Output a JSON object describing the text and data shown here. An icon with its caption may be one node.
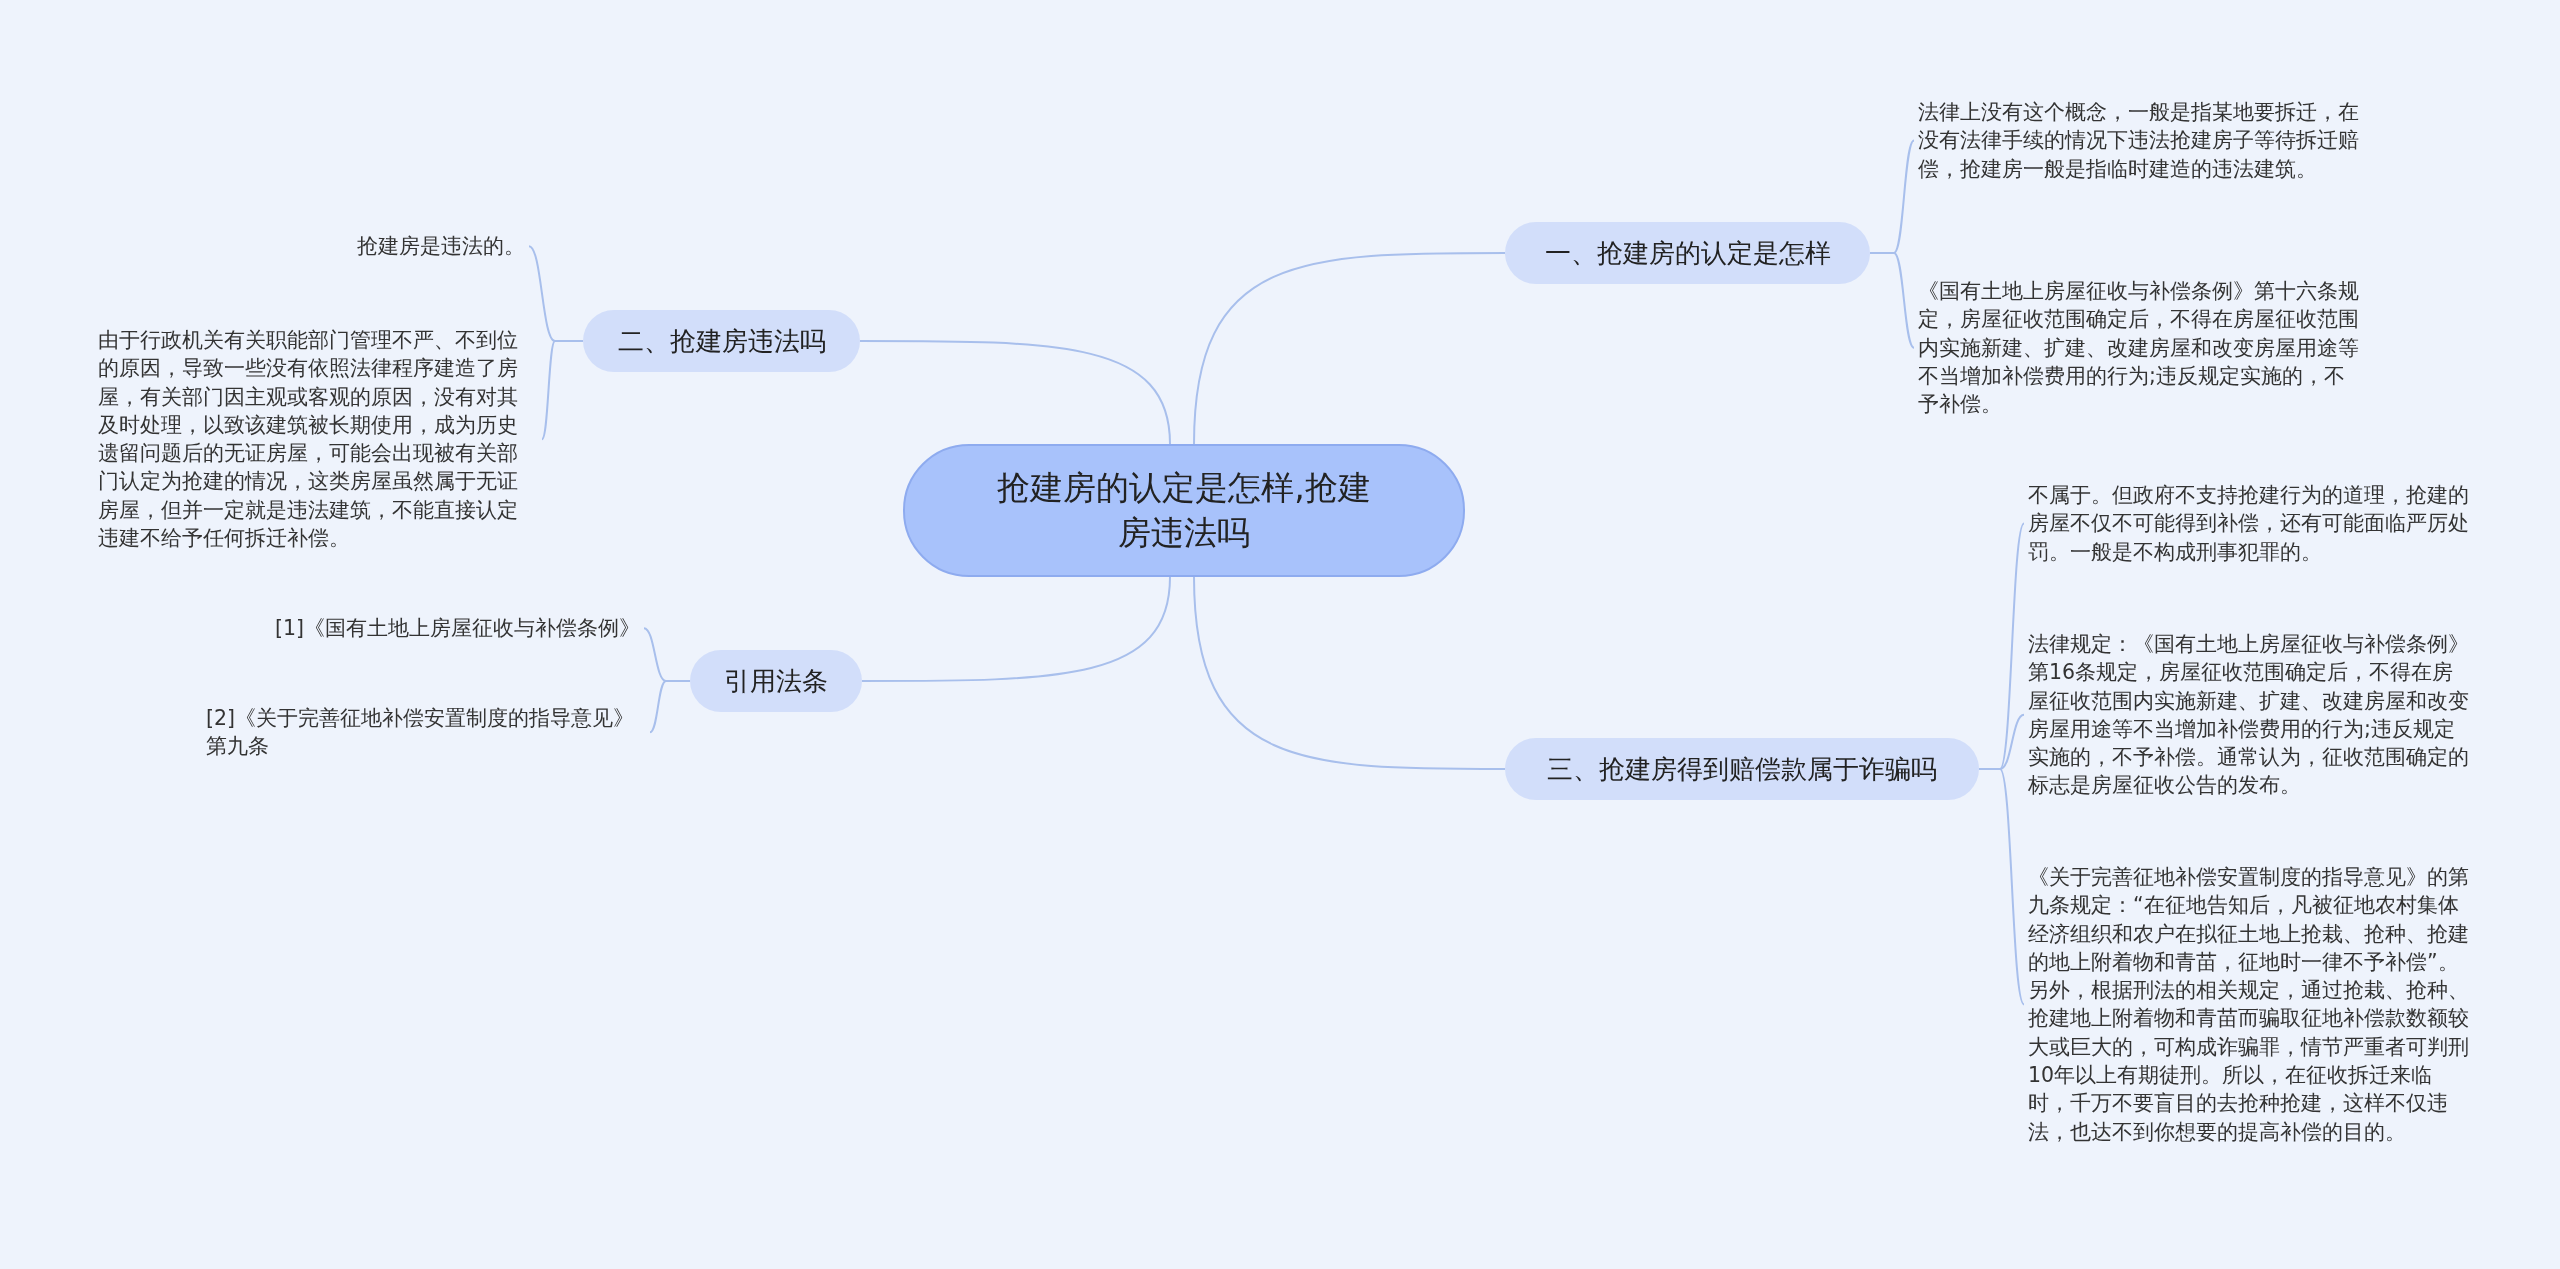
{
  "diagram": {
    "nodes": [
      {
        "text": [
          "抢建房的认定是怎样,抢建房违法吗"
        ]
      },
      {
        "text": [
          "一、抢建房的认定是怎样"
        ]
      },
      {
        "text": [
          "法律上没有这个概念，一般是指某地要拆迁，在没有法律手续的情况下违法抢建房子等待拆迁赔偿，抢建房一般是指临时建造的违法建筑。"
        ]
      },
      {
        "text": [
          "《国有土地上房屋征收与补偿条例》第十六条规定，房屋征收范围确定后，不得在房屋征收范围内实施新建、扩建、改建房屋和改变房屋用途等不当增加补偿费用的行为;违反规定实施的，不予补偿。"
        ]
      },
      {
        "text": [
          "二、抢建房违法吗"
        ]
      },
      {
        "text": [
          "抢建房是违法的。"
        ]
      },
      {
        "text": [
          "由于行政机关有关职能部门管理不严、不到位的原因，导致一些没有依照法律程序建造了房屋，有关部门因主观或客观的原因，没有对其及时处理，以致该建筑被长期使用，成为历史遗留问题后的无证房屋，可能会出现被有关部门认定为抢建的情况，这类房屋虽然属于无证房屋，但并一定就是违法建筑，不能直接认定违建不给予任何拆迁补偿。"
        ]
      },
      {
        "text": [
          "引用法条"
        ]
      },
      {
        "text": [
          "[1]《国有土地上房屋征收与补偿条例》"
        ]
      },
      {
        "text": [
          "[2]《关于完善征地补偿安置制度的指导意见》第九条"
        ]
      },
      {
        "text": [
          "三、抢建房得到赔偿款属于诈骗吗"
        ]
      },
      {
        "text": [
          "不属于。但政府不支持抢建行为的道理，抢建的房屋不仅不可能得到补偿，还有可能面临严厉处罚。一般是不构成刑事犯罪的。"
        ]
      },
      {
        "text": [
          "法律规定：《国有土地上房屋征收与补偿条例》第16条规定，房屋征收范围确定后，不得在房屋征收范围内实施新建、扩建、改建房屋和改变房屋用途等不当增加补偿费用的行为;违反规定实施的，不予补偿。通常认为，征收范围确定的标志是房屋征收公告的发布。"
        ]
      },
      {
        "text": [
          "《关于完善征地补偿安置制度的指导意见》的第九条规定：“在征地告知后，凡被征地农村集体经济组织和农户在拟征土地上抢栽、抢种、抢建的地上附着物和青苗，征地时一律不予补偿”。另外，根据刑法的相关规定，通过抢栽、抢种、抢建地上附着物和青苗而骗取征地补偿款数额较大或巨大的，可构成诈骗罪，情节严重者可判刑10年以上有期徒刑。所以，在征收拆迁来临时，千万不要盲目的去抢种抢建，这样不仅违法，也达不到你想要的提高补偿的目的。"
        ]
      }
    ],
    "edges": [
      {
        "from": 0,
        "to": 1,
        "arrow": "none"
      },
      {
        "from": 1,
        "to": 2,
        "arrow": "none"
      },
      {
        "from": 1,
        "to": 3,
        "arrow": "none"
      },
      {
        "from": 0,
        "to": 4,
        "arrow": "none"
      },
      {
        "from": 4,
        "to": 5,
        "arrow": "none"
      },
      {
        "from": 4,
        "to": 6,
        "arrow": "none"
      },
      {
        "from": 0,
        "to": 7,
        "arrow": "none"
      },
      {
        "from": 7,
        "to": 8,
        "arrow": "none"
      },
      {
        "from": 7,
        "to": 9,
        "arrow": "none"
      },
      {
        "from": 0,
        "to": 10,
        "arrow": "none"
      },
      {
        "from": 10,
        "to": 11,
        "arrow": "none"
      },
      {
        "from": 10,
        "to": 12,
        "arrow": "none"
      },
      {
        "from": 10,
        "to": 13,
        "arrow": "none"
      }
    ]
  }
}
